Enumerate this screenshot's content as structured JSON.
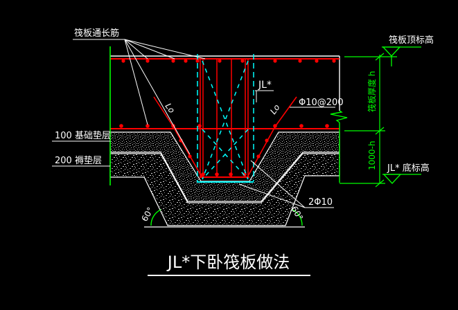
{
  "drawing": {
    "title": "JL*下卧筏板做法",
    "colors": {
      "background": "#000000",
      "outline_white": "#ffffff",
      "rebar_red": "#ff0000",
      "dimension_green": "#00ff00",
      "bracing_cyan": "#00ffff"
    },
    "labels": {
      "top_rebar": "筏板通长筋",
      "top_elevation": "筏板顶标高",
      "slab_thickness": "筏板厚度 h",
      "beam_mark": "JL*",
      "bent_bar_spec": "Φ10@200",
      "bent_bar_length_left": "Lo",
      "bent_bar_length_right": "Lo",
      "base_layer": "100 基础垫层",
      "cushion_layer": "200 褥垫层",
      "pit_depth": "1000-h",
      "bottom_elevation": "JL* 底标高",
      "slope_bars": "2Φ10",
      "angle_left": "60°",
      "angle_right": "60°"
    }
  }
}
